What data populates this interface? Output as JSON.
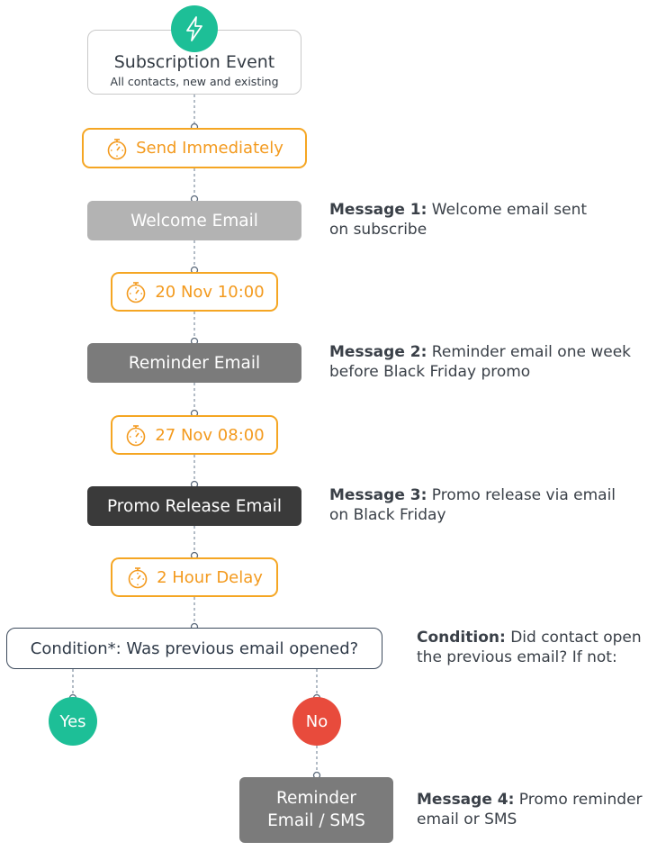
{
  "trigger": {
    "title": "Subscription Event",
    "subtitle": "All contacts, new and existing",
    "icon": "lightning-bolt-icon"
  },
  "steps": {
    "send_immediately": "Send Immediately",
    "welcome_email": "Welcome Email",
    "delay_1": "20 Nov 10:00",
    "reminder_email": "Reminder Email",
    "delay_2": "27 Nov 08:00",
    "promo_email": "Promo Release Email",
    "delay_3": "2 Hour Delay",
    "condition": "Condition*: Was previous email opened?",
    "yes": "Yes",
    "no": "No",
    "final_email": "Reminder\nEmail / SMS"
  },
  "notes": [
    {
      "label": "Message 1:",
      "line1": " Welcome email sent",
      "line2": "on subscribe"
    },
    {
      "label": "Message 2:",
      "line1": " Reminder email one week",
      "line2": "before Black Friday promo"
    },
    {
      "label": "Message 3:",
      "line1": " Promo release via email",
      "line2": "on Black Friday"
    },
    {
      "label": "Condition:",
      "line1": " Did contact open",
      "line2": "the previous email? If not:"
    },
    {
      "label": "Message 4:",
      "line1": " Promo reminder",
      "line2": "email or SMS"
    }
  ],
  "colors": {
    "accent_green": "#1dbf97",
    "timer_orange": "#f5a623",
    "no_red": "#e84b3c",
    "email_light": "#b3b3b3",
    "email_mid": "#7b7b7b",
    "email_dark": "#3a3a3a"
  }
}
